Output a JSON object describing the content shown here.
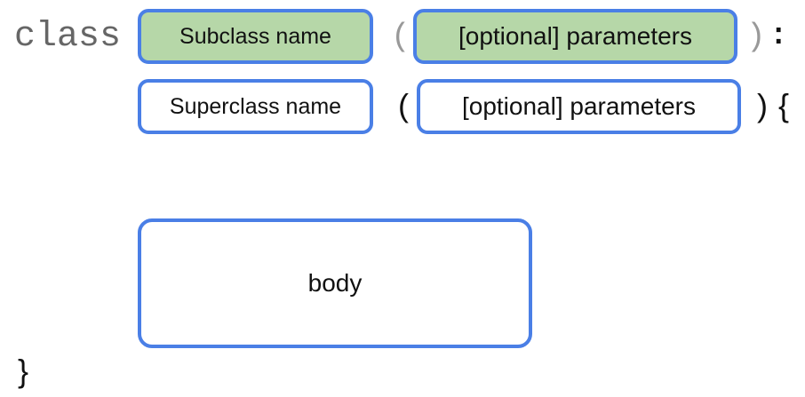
{
  "line1": {
    "keyword": "class",
    "subclass_name": "Subclass name",
    "open_paren": "(",
    "parameters": "[optional] parameters",
    "close_paren": ")",
    "colon": ":"
  },
  "line2": {
    "superclass_name": "Superclass name",
    "open_paren": "(",
    "parameters": "[optional] parameters",
    "close_paren": ")",
    "open_brace": "{"
  },
  "body": {
    "label": "body"
  },
  "closing": {
    "close_brace": "}"
  },
  "colors": {
    "box_border": "#4a7fe6",
    "highlight_fill": "#b6d7a8",
    "keyword_gray": "#666666"
  }
}
